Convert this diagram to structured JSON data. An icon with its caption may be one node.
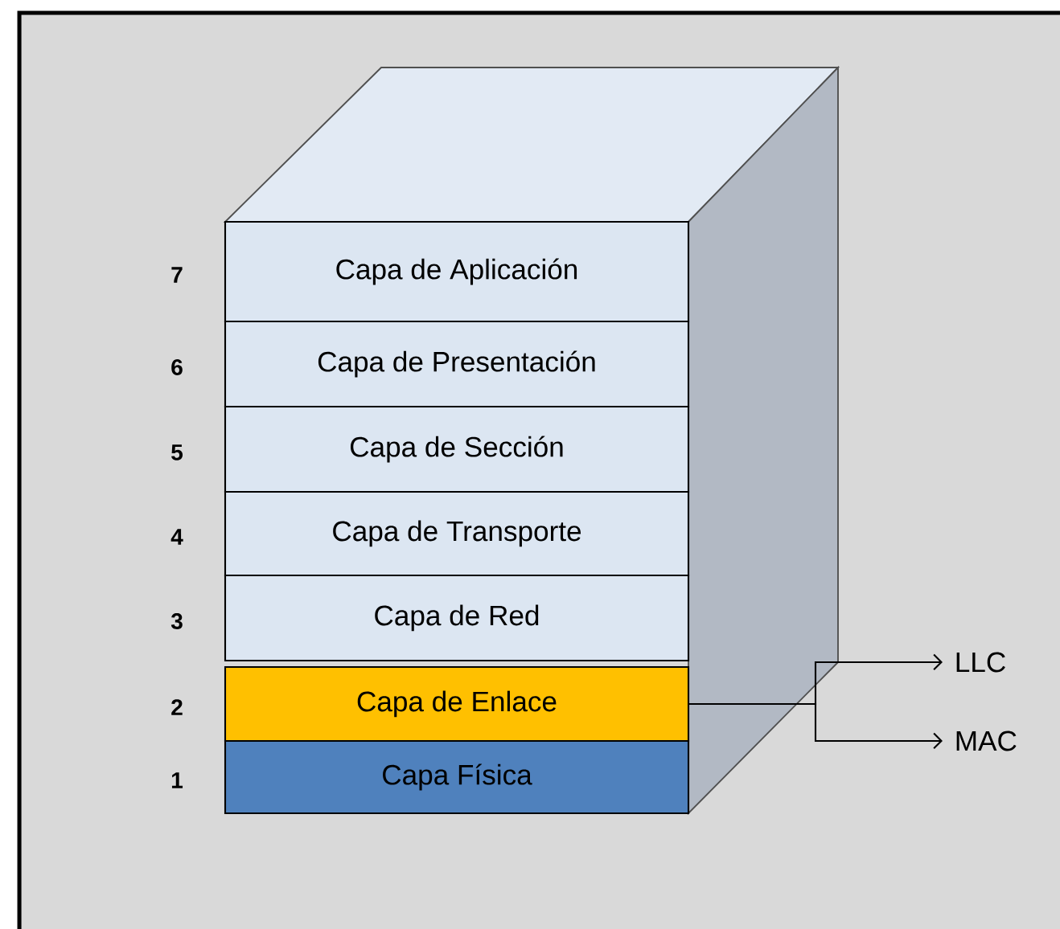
{
  "diagram": {
    "nodes": [
      {
        "text": [
          "Capa de Aplicación"
        ],
        "beside": [
          "7"
        ]
      },
      {
        "text": [
          "Capa de Presentación"
        ],
        "beside": [
          "6"
        ]
      },
      {
        "text": [
          "Capa de Sección"
        ],
        "beside": [
          "5"
        ]
      },
      {
        "text": [
          "Capa de Transporte"
        ],
        "beside": [
          "4"
        ]
      },
      {
        "text": [
          "Capa de Red"
        ],
        "beside": [
          "3"
        ]
      },
      {
        "text": [
          "Capa de Enlace"
        ],
        "beside": [
          "2"
        ]
      },
      {
        "text": [
          "Capa Física"
        ],
        "beside": [
          "1"
        ]
      },
      {
        "text": [
          "LLC"
        ]
      },
      {
        "text": [
          "MAC"
        ]
      }
    ],
    "edges": [
      {
        "from": 5,
        "to": 7,
        "arrow": "to"
      },
      {
        "from": 5,
        "to": 8,
        "arrow": "to"
      }
    ]
  }
}
